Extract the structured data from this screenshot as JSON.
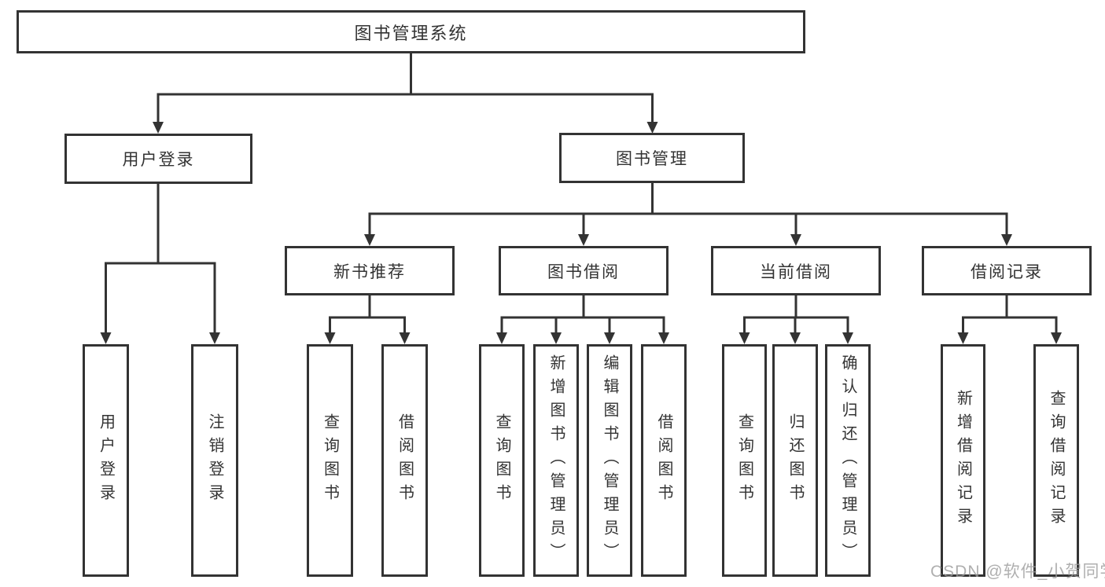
{
  "diagram_title": "图书管理系统",
  "colors": {
    "line": "#333333",
    "text": "#333333",
    "box_background": "#ffffff",
    "watermark": "#9b9b9b"
  },
  "tree": {
    "root": {
      "label": "图书管理系统",
      "children": [
        {
          "label": "用户登录",
          "children": [
            {
              "label": "用户登录"
            },
            {
              "label": "注销登录"
            }
          ]
        },
        {
          "label": "图书管理",
          "children": [
            {
              "label": "新书推荐",
              "children": [
                {
                  "label": "查询图书"
                },
                {
                  "label": "借阅图书"
                }
              ]
            },
            {
              "label": "图书借阅",
              "children": [
                {
                  "label": "查询图书"
                },
                {
                  "label": "新增图书（管理员）"
                },
                {
                  "label": "编辑图书（管理员）"
                },
                {
                  "label": "借阅图书"
                }
              ]
            },
            {
              "label": "当前借阅",
              "children": [
                {
                  "label": "查询图书"
                },
                {
                  "label": "归还图书"
                },
                {
                  "label": "确认归还（管理员）"
                }
              ]
            },
            {
              "label": "借阅记录",
              "children": [
                {
                  "label": "新增借阅记录"
                },
                {
                  "label": "查询借阅记录"
                }
              ]
            }
          ]
        }
      ]
    }
  },
  "watermark": "CSDN @软件_小贺同学"
}
